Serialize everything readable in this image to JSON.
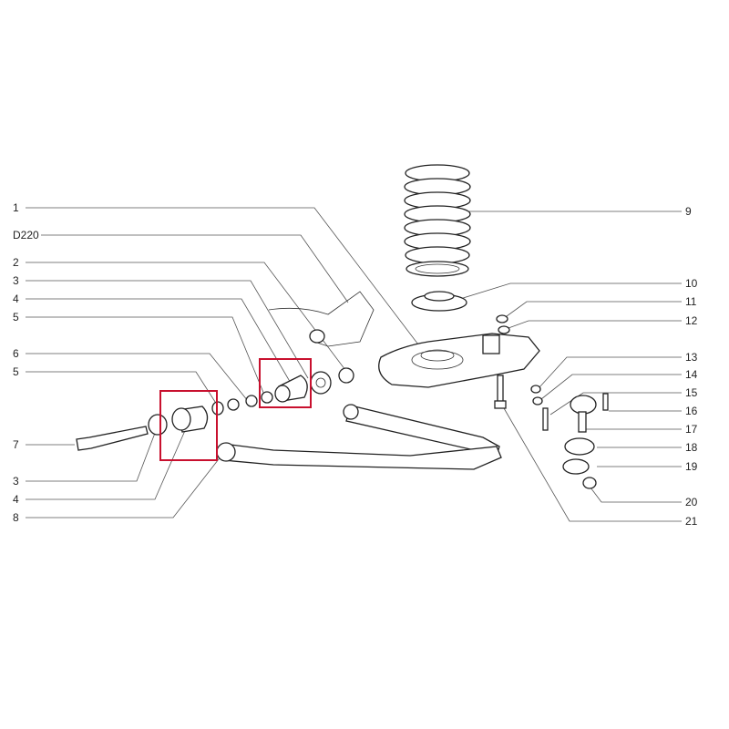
{
  "title": "Front suspension exploded parts diagram",
  "highlight_color": "#c8102e",
  "labels_left": [
    "1",
    "D220",
    "2",
    "3",
    "4",
    "5",
    "6",
    "5",
    "7",
    "3",
    "4",
    "8"
  ],
  "labels_right": [
    "9",
    "10",
    "11",
    "12",
    "13",
    "14",
    "15",
    "16",
    "17",
    "18",
    "19",
    "20",
    "21"
  ]
}
